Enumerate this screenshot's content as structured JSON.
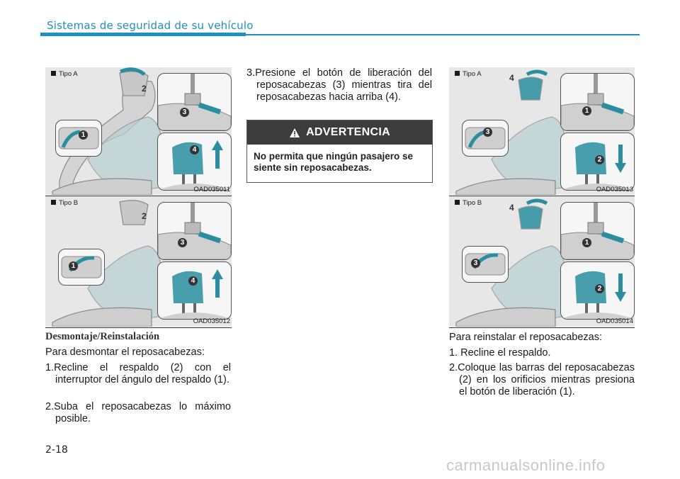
{
  "header": {
    "section_title": "Sistemas de seguridad de su vehículo"
  },
  "figures": {
    "fig1": {
      "tag": "Tipo A",
      "code": "OAD035011"
    },
    "fig2": {
      "tag": "Tipo B",
      "code": "OAD035012"
    },
    "fig3": {
      "tag": "Tipo A",
      "code": "OAD035013"
    },
    "fig4": {
      "tag": "Tipo B",
      "code": "OAD035014"
    }
  },
  "callouts": {
    "n1": "1",
    "n2": "2",
    "n3": "3",
    "n4": "4"
  },
  "removal": {
    "heading": "Desmontaje/Reinstalación",
    "intro": "Para desmontar el reposacabezas:",
    "steps": [
      "1.Recline el respaldo (2) con el interruptor del ángulo del respaldo (1).",
      "2.Suba el reposacabezas lo máximo posible.",
      "3.Presione el botón de liberación del reposacabezas (3) mientras tira del reposacabezas hacia arriba (4)."
    ]
  },
  "warning": {
    "title": "ADVERTENCIA",
    "body": "No permita que ningún pasajero se siente sin reposacabezas."
  },
  "reinstall": {
    "intro": "Para reinstalar el reposacabezas:",
    "steps": [
      "1. Recline el respaldo.",
      "2.Coloque las barras del reposacabezas (2) en los orificios mientras presiona el botón de liberación (1)."
    ]
  },
  "footer": {
    "page_number": "2-18",
    "watermark": "carmanualsonline.info"
  },
  "colors": {
    "accent": "#1e8fc4",
    "teal": "#2a8ea0",
    "warning_header": "#3c3c3c"
  }
}
